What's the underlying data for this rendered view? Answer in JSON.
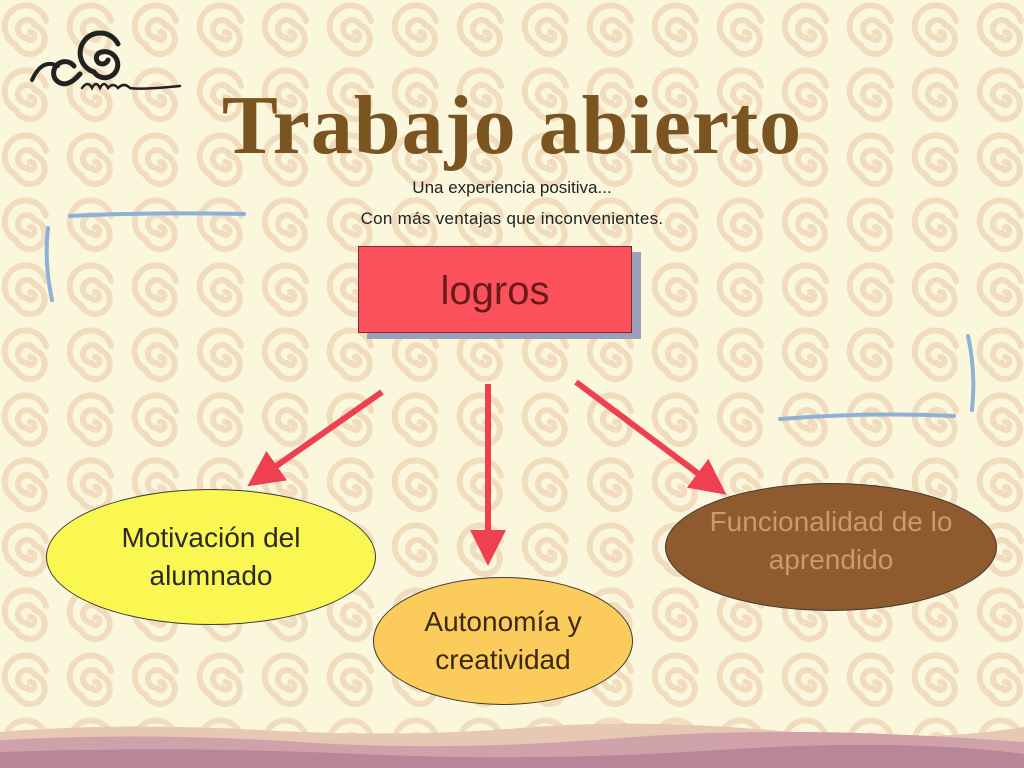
{
  "slide": {
    "title": "Trabajo abierto",
    "subtitle_line1": "Una  experiencia positiva...",
    "subtitle_line2": "Con más ventajas que inconvenientes."
  },
  "diagram": {
    "root": {
      "label": "logros",
      "color": "#fb515d"
    },
    "children": [
      {
        "label": "Motivación del alumnado",
        "color": "#faf652"
      },
      {
        "label": "Autonomía y creatividad",
        "color": "#fbcb5b"
      },
      {
        "label": "Funcionalidad de lo aprendido",
        "color": "#8f5a2e"
      }
    ],
    "arrow_color": "#ee4050"
  },
  "logo": {
    "icon": "spiral-logo-icon"
  }
}
